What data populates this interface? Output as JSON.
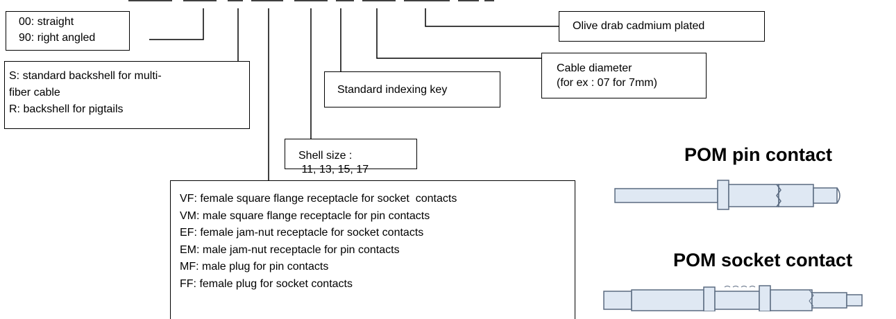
{
  "callouts": {
    "orientation": [
      "00: straight",
      "90: right angled"
    ],
    "backshell": [
      "S: standard backshell for multi-",
      "fiber cable",
      "R: backshell for pigtails"
    ],
    "shell_size": [
      "Shell size :",
      " 11, 13, 15, 17"
    ],
    "indexing_key": "Standard indexing key",
    "cable_diameter": [
      "Cable diameter",
      "(for ex : 07 for 7mm)"
    ],
    "plating": "Olive drab cadmium plated",
    "housing_type": [
      "VF: female square flange receptacle for socket  contacts",
      "VM: male square flange receptacle for pin contacts",
      "EF: female jam-nut receptacle for socket contacts",
      "EM: male jam-nut receptacle for pin contacts",
      "MF: male plug for pin contacts",
      "FF: female plug for socket contacts"
    ]
  },
  "contacts": {
    "pin_title": "POM pin contact",
    "socket_title": "POM socket contact"
  },
  "colors": {
    "line": "#000000",
    "contact_fill": "#dfe8f3",
    "contact_stroke": "#5a6a80"
  }
}
